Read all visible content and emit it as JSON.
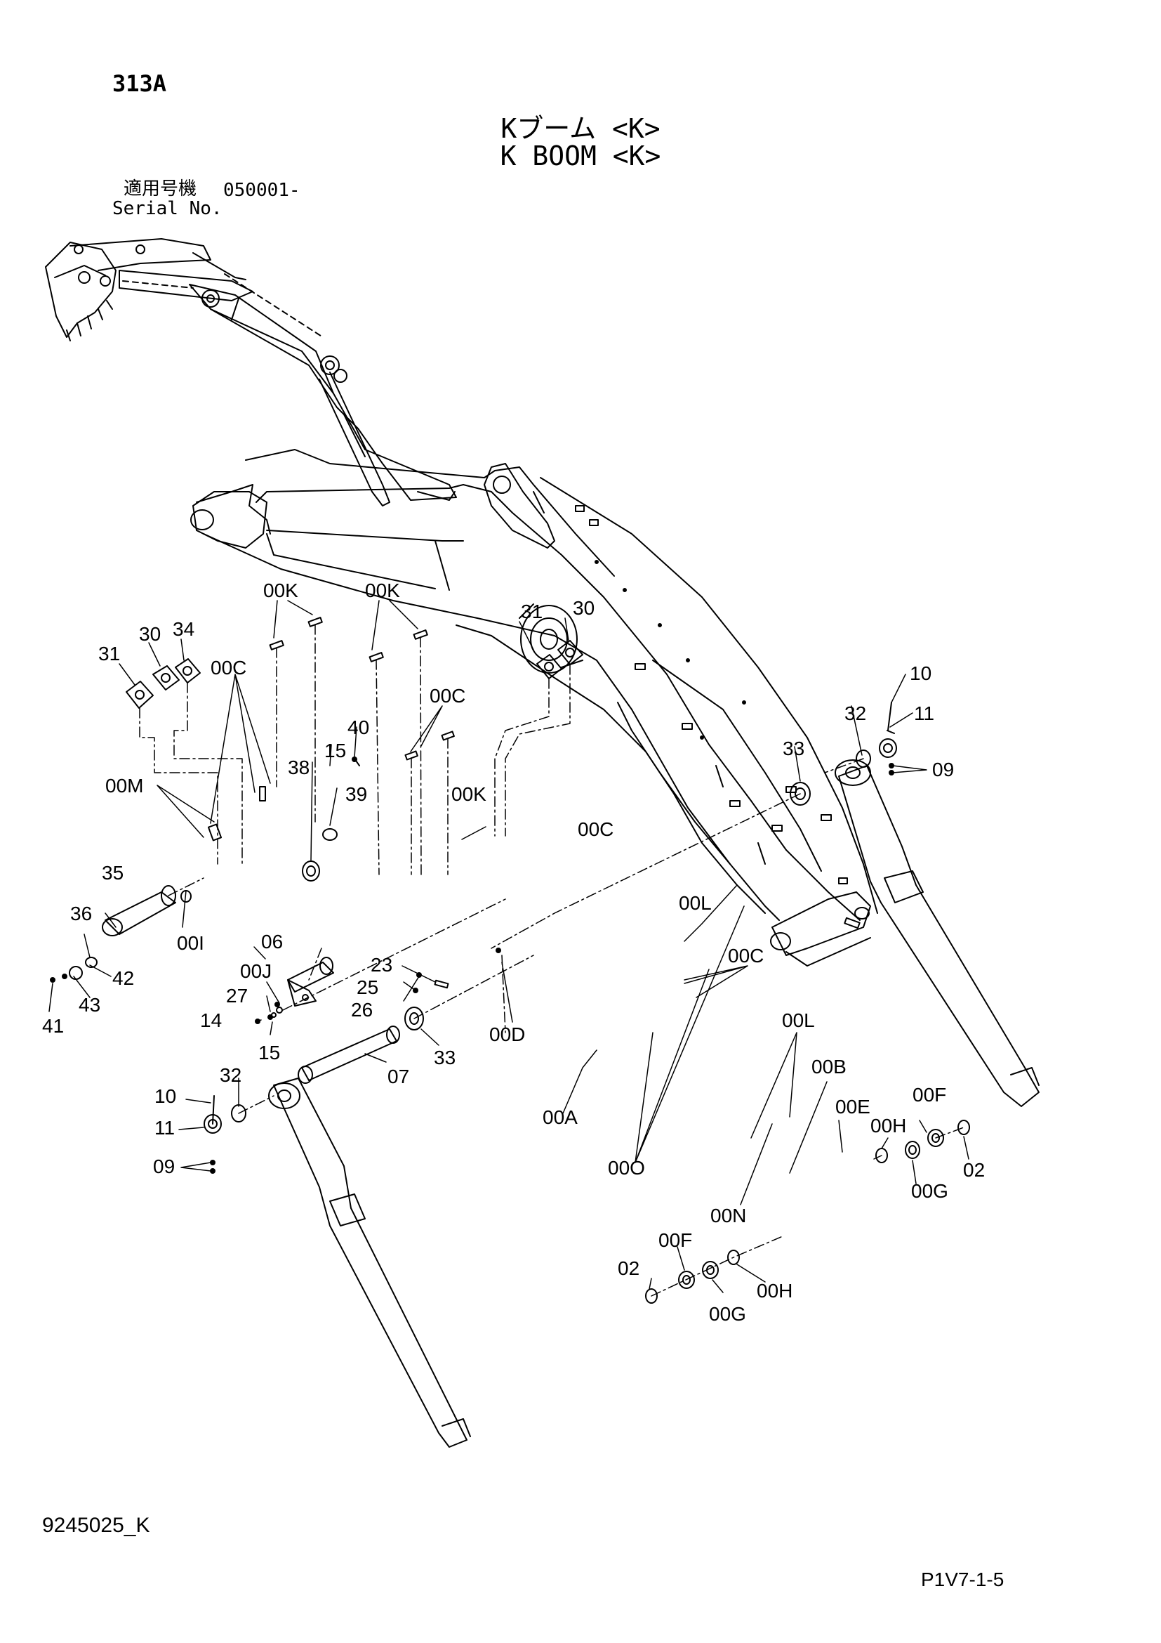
{
  "header": {
    "model": "313A",
    "title_jp": "Kブーム <K>",
    "title_en": "K BOOM <K>",
    "serial_label_jp": "適用号機",
    "serial_label_en": "Serial No.",
    "serial_value": "050001-"
  },
  "footer": {
    "doc_number": "9245025_K",
    "page_code": "P1V7-1-5"
  },
  "callouts": {
    "c00K_a": "00K",
    "c00K_b": "00K",
    "c00K_c": "00K",
    "c31_a": "31",
    "c30_a": "30",
    "c34": "34",
    "c31_b": "31",
    "c30_b": "30",
    "c00C_a": "00C",
    "c00C_b": "00C",
    "c00C_c": "00C",
    "c00C_d": "00C",
    "c10_a": "10",
    "c32_a": "32",
    "c11_a": "11",
    "c09_a": "09",
    "c33_a": "33",
    "c40": "40",
    "c15_a": "15",
    "c38": "38",
    "c39": "39",
    "c00M": "00M",
    "c35": "35",
    "c36": "36",
    "c00I": "00I",
    "c42": "42",
    "c43": "43",
    "c41": "41",
    "c06": "06",
    "c00J": "00J",
    "c27": "27",
    "c14": "14",
    "c15_b": "15",
    "c23": "23",
    "c25": "25",
    "c26": "26",
    "c33_b": "33",
    "c00D": "00D",
    "c07": "07",
    "c10_b": "10",
    "c32_b": "32",
    "c11_b": "11",
    "c09_b": "09",
    "c00L_a": "00L",
    "c00L_b": "00L",
    "c00A": "00A",
    "c00O": "00O",
    "c00B": "00B",
    "c00E": "00E",
    "c00F_a": "00F",
    "c00H_a": "00H",
    "c00G_a": "00G",
    "c02_a": "02",
    "c00N": "00N",
    "c00F_b": "00F",
    "c02_b": "02",
    "c00G_b": "00G",
    "c00H_b": "00H"
  }
}
